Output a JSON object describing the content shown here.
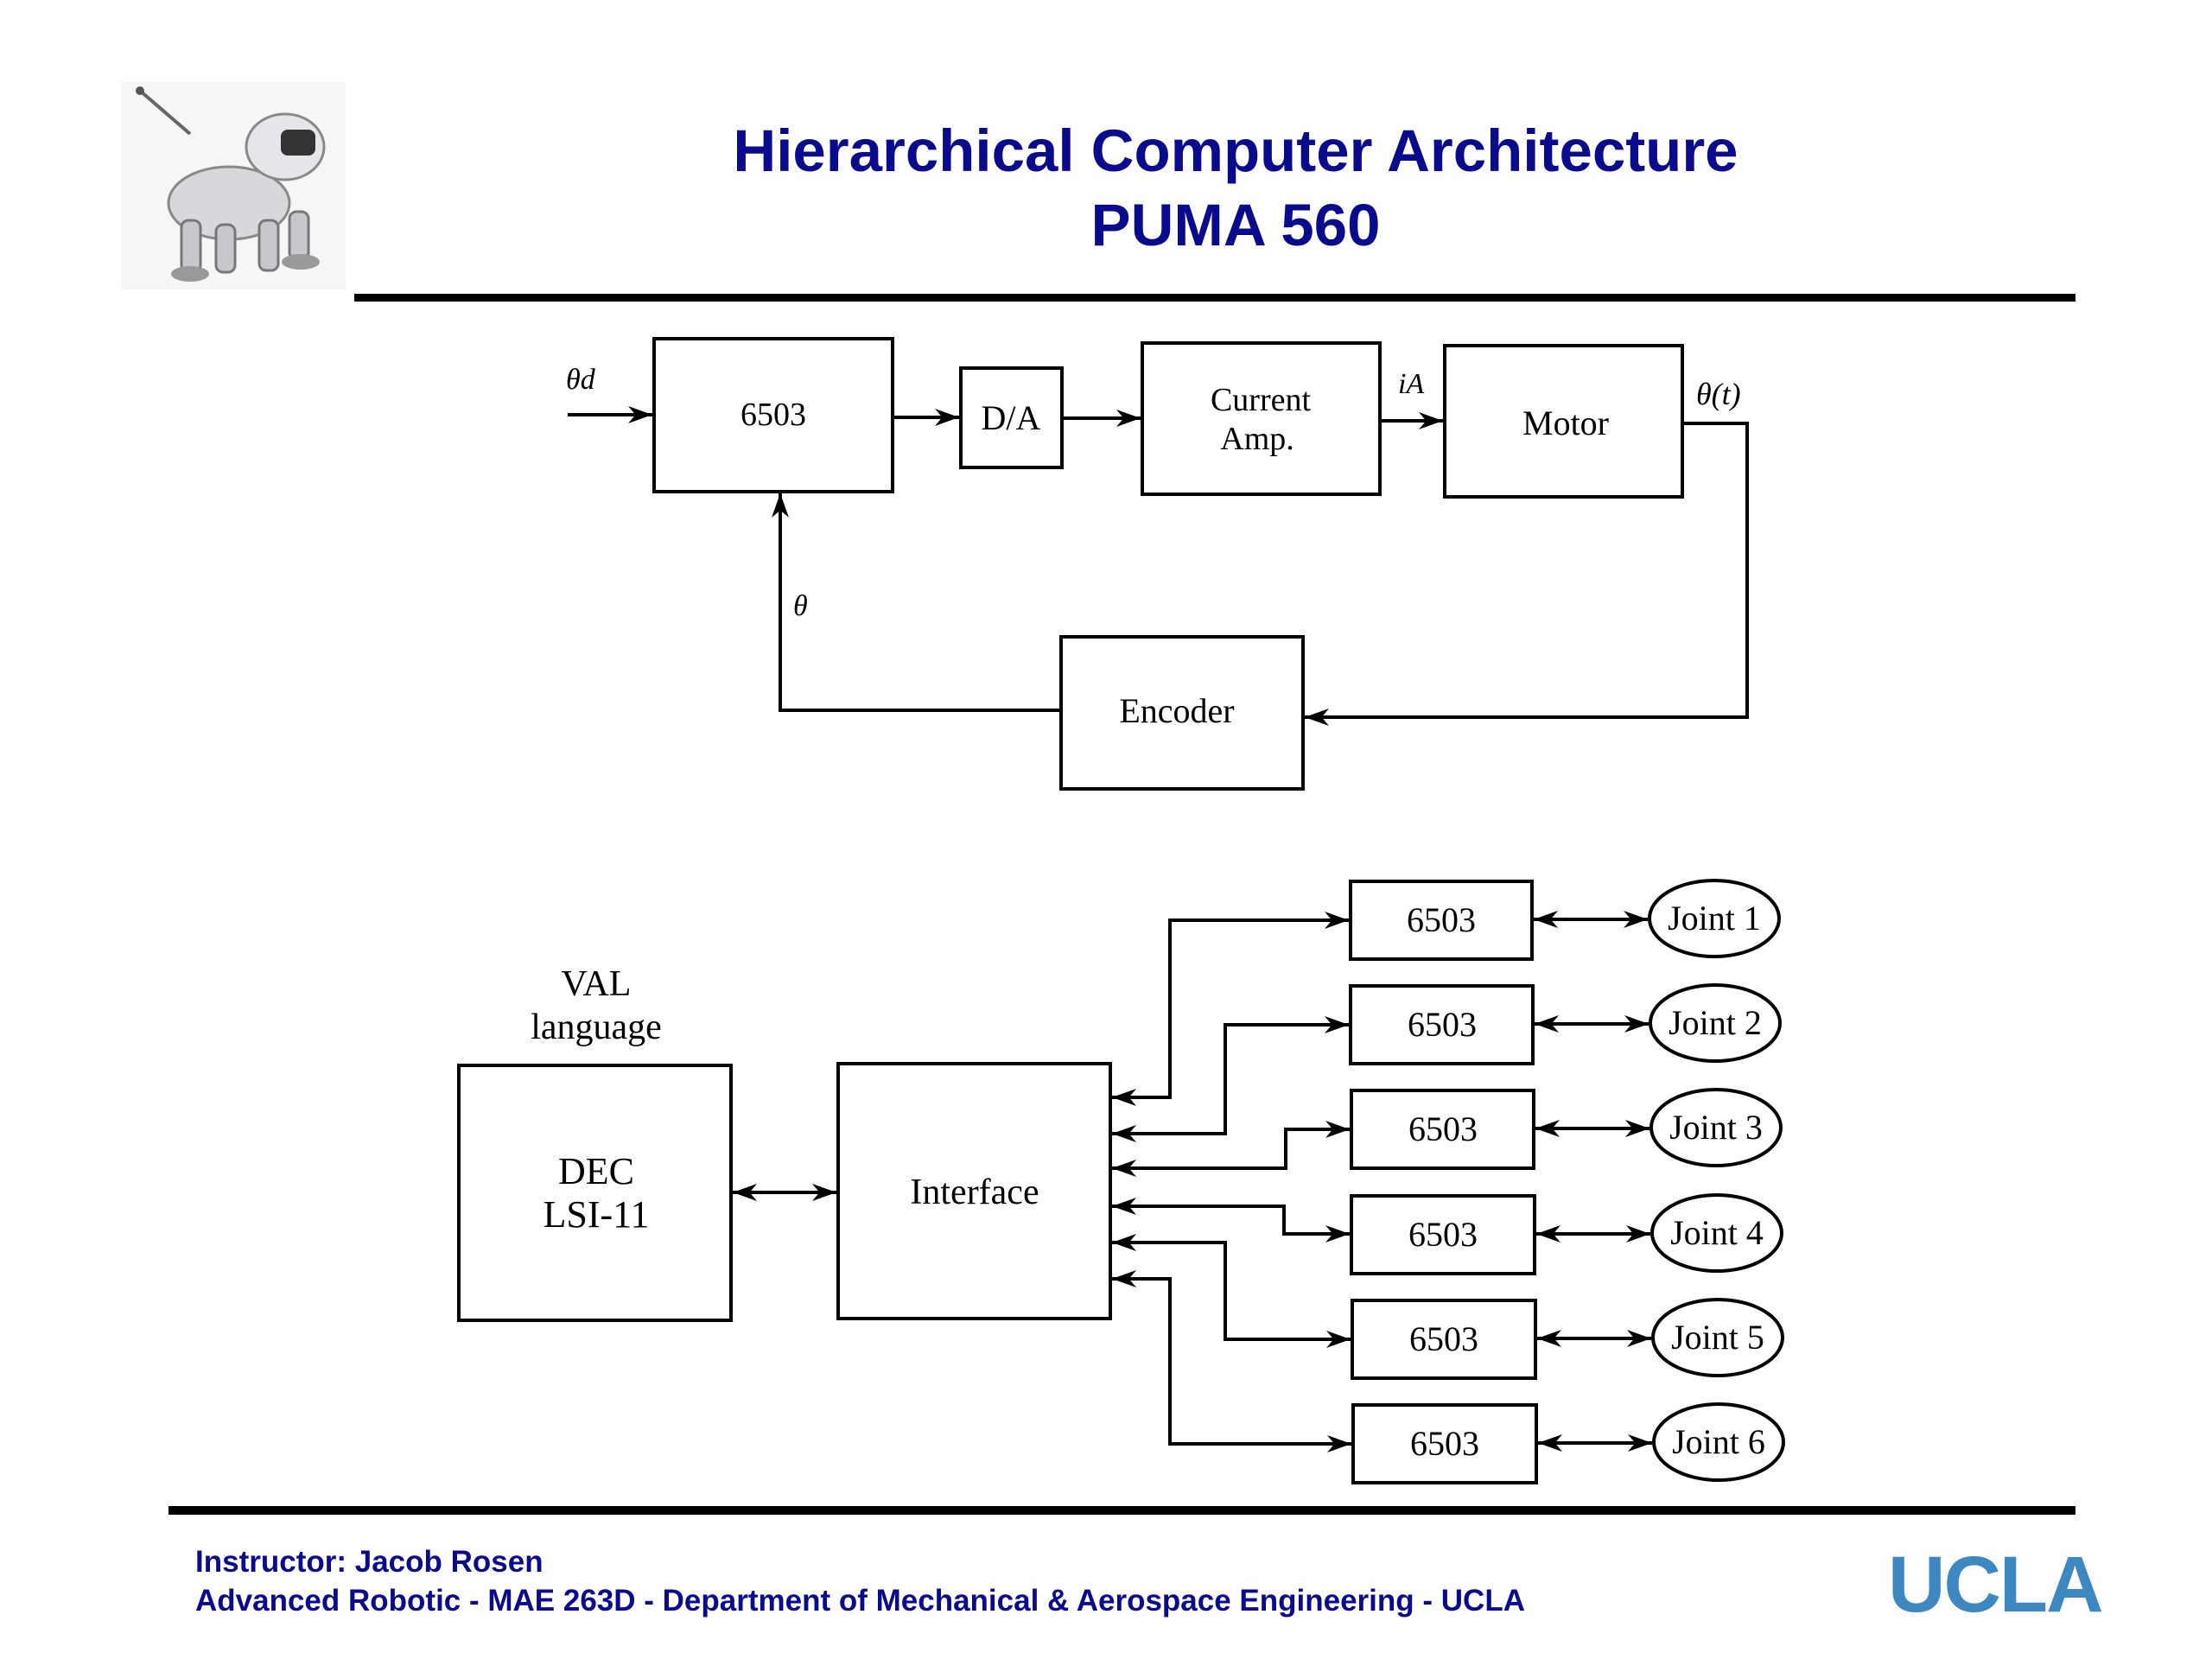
{
  "header": {
    "title_line1": "Hierarchical Computer Architecture",
    "title_line2": "PUMA 560"
  },
  "servo_loop": {
    "input_label": "θd",
    "controller": "6503",
    "dac": "D/A",
    "amp_line1": "Current",
    "amp_line2": "Amp.",
    "current_label": "iA",
    "motor": "Motor",
    "output_label": "θ(t)",
    "feedback_label": "θ",
    "encoder": "Encoder"
  },
  "system": {
    "val_line1": "VAL",
    "val_line2": "language",
    "computer_line1": "DEC",
    "computer_line2": "LSI-11",
    "interface": "Interface",
    "joint_controllers": [
      "6503",
      "6503",
      "6503",
      "6503",
      "6503",
      "6503"
    ],
    "joints": [
      "Joint 1",
      "Joint 2",
      "Joint 3",
      "Joint 4",
      "Joint 5",
      "Joint 6"
    ]
  },
  "footer": {
    "instructor": "Instructor: Jacob Rosen",
    "course": "Advanced Robotic - MAE 263D - Department of Mechanical & Aerospace Engineering - UCLA",
    "logo_text": "UCLA"
  },
  "colors": {
    "title": "#0a0a8c",
    "footer": "#0a0a8c",
    "ucla_logo": "#3d88c0"
  },
  "icons": {
    "corner_image": "robot-dog-icon"
  }
}
